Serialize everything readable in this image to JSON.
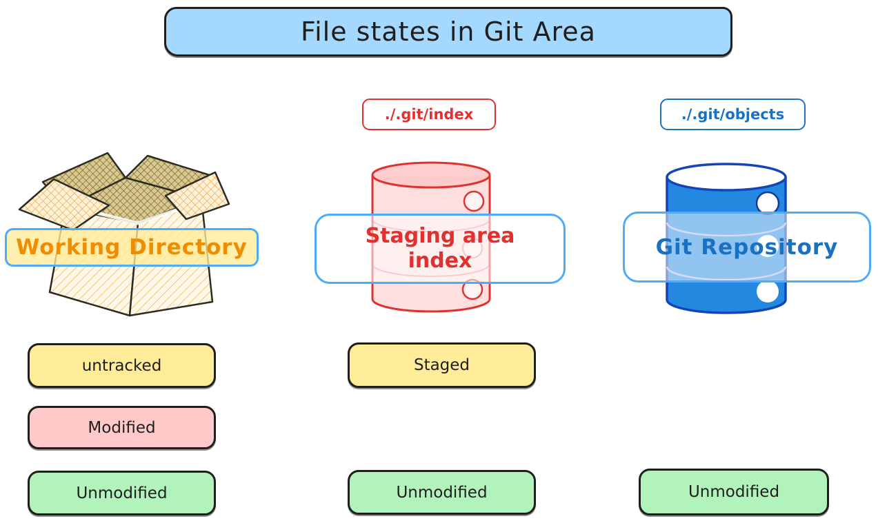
{
  "title": "File states in Git Area",
  "columns": {
    "working_directory": {
      "name": "Working Directory",
      "icon": "open-cardboard-box-icon",
      "states": {
        "untracked": "untracked",
        "modified": "Modified",
        "unmodified": "Unmodified"
      }
    },
    "staging_area": {
      "badge": "./.git/index",
      "name_line1": "Staging area",
      "name_line2": "index",
      "icon": "database-cylinder-icon",
      "states": {
        "staged": "Staged",
        "unmodified": "Unmodified"
      }
    },
    "git_repository": {
      "badge": "./.git/objects",
      "name": "Git Repository",
      "icon": "database-cylinder-icon",
      "states": {
        "unmodified": "Unmodified"
      }
    }
  },
  "colors": {
    "title_fill": "#a5d8ff",
    "untracked_staged_fill": "#ffec99",
    "modified_fill": "#ffc9c9",
    "unmodified_fill": "#b2f2bb",
    "staging_accent": "#e03131",
    "repository_accent": "#1971c2",
    "working_directory_text": "#f08c00",
    "overlay_border": "#4dabf7",
    "ink": "#1e1e1e"
  }
}
